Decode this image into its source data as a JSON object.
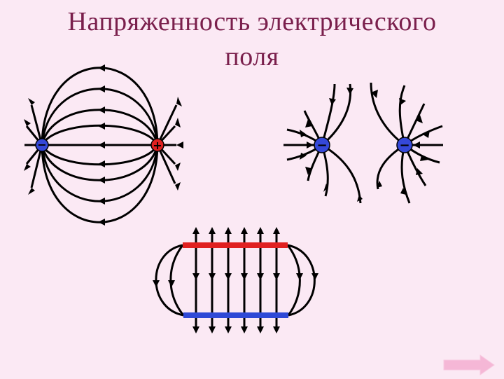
{
  "slide": {
    "title_line1": "Напряженность электрического",
    "title_line2": "поля"
  },
  "charges": {
    "dipole": [
      {
        "id": "left",
        "sign": "−",
        "color": "#3548d8"
      },
      {
        "id": "right",
        "sign": "+",
        "color": "#e02020"
      }
    ],
    "like": [
      {
        "id": "left",
        "sign": "−",
        "color": "#3548d8"
      },
      {
        "id": "right",
        "sign": "−",
        "color": "#3548d8"
      }
    ]
  },
  "plates": {
    "top_color": "#e02020",
    "bottom_color": "#2e49d6"
  },
  "colors": {
    "background": "#fbe9f4",
    "title": "#7a1f4c",
    "lines": "#000000",
    "button": "#f5b7d6"
  },
  "nav": {
    "next_icon": "next-arrow-icon"
  }
}
